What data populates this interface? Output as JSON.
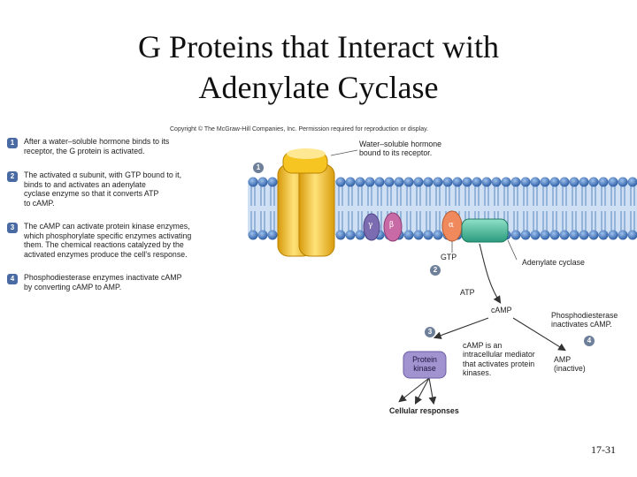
{
  "title": "G Proteins that Interact with\nAdenylate Cyclase",
  "copyright": "Copyright © The McGraw-Hill Companies, Inc. Permission required for reproduction or display.",
  "steps": [
    {
      "num": "1",
      "text": "After a water–soluble hormone binds to its\nreceptor, the G protein is activated."
    },
    {
      "num": "2",
      "text": "The activated α subunit, with GTP bound to it,\nbinds to and activates an adenylate\ncyclase enzyme so that it converts ATP\nto cAMP."
    },
    {
      "num": "3",
      "text": "The cAMP can activate protein kinase enzymes,\nwhich phosphorylate specific enzymes activating\nthem. The chemical reactions catalyzed by the\nactivated enzymes produce the cell's response."
    },
    {
      "num": "4",
      "text": "Phosphodiesterase enzymes inactivate cAMP\nby converting cAMP to AMP."
    }
  ],
  "diagram": {
    "hormone_label": "Water–soluble hormone\nbound to its receptor.",
    "gamma": "γ",
    "beta": "β",
    "alpha": "α",
    "gtp": "GTP",
    "adenylate_cyclase": "Adenylate cyclase",
    "atp": "ATP",
    "camp": "cAMP",
    "phosphodiesterase": "Phosphodiesterase\ninactivates cAMP.",
    "mediator": "cAMP is an\nintracellular mediator\nthat activates protein\nkinases.",
    "protein_kinase": "Protein\nkinase",
    "amp": "AMP\n(inactive)",
    "cellular_responses": "Cellular responses",
    "badges": [
      "1",
      "2",
      "3",
      "4"
    ]
  },
  "colors": {
    "membrane_head": "#3d6fb4",
    "membrane_tail": "#8fb2dc",
    "receptor": "#f3c019",
    "gamma_subunit": "#7b6bb0",
    "beta_subunit": "#c86aa6",
    "alpha_subunit": "#f08a5d",
    "cyclase": "#3fb596",
    "kinase": "#9b8cc8"
  },
  "footer": "17-31"
}
